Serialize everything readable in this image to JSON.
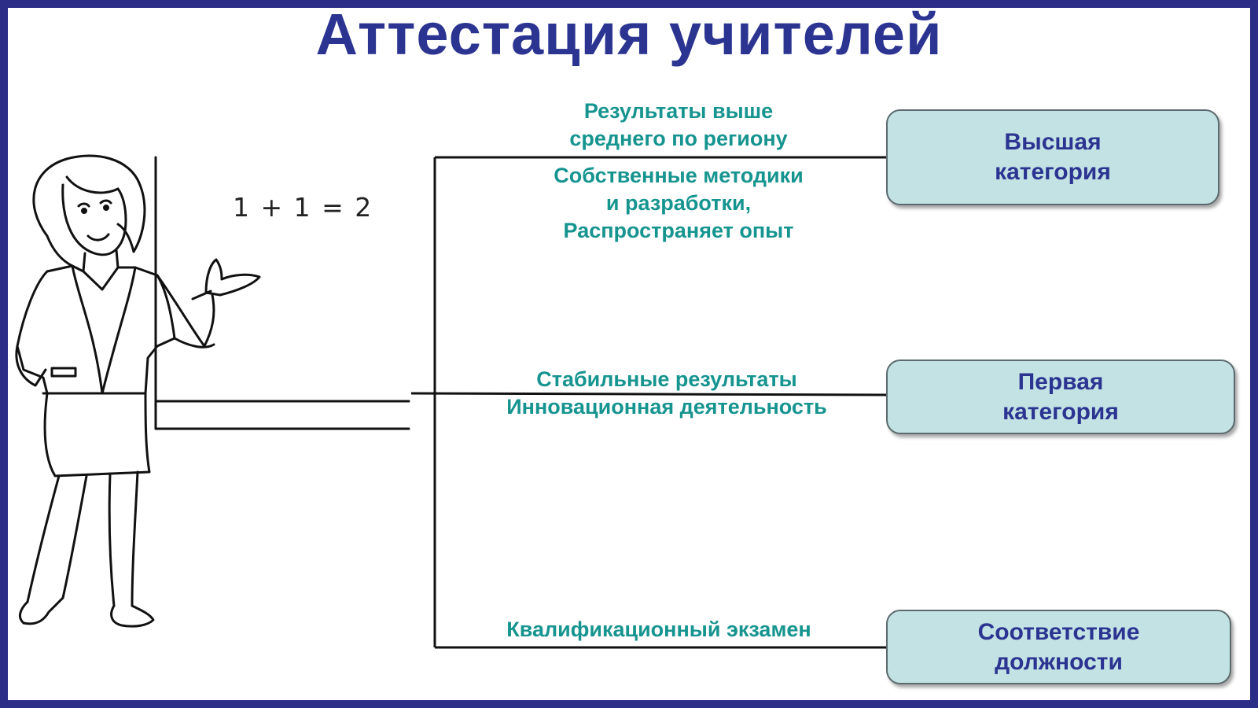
{
  "title": "Аттестация учителей",
  "illustration": {
    "formula": "1 + 1 = 2",
    "icon": "teacher-figure"
  },
  "criteria": {
    "highest": {
      "line1": "Результаты выше",
      "line2": "среднего по региону"
    },
    "highest_extra": {
      "line1": "Собственные методики",
      "line2": "и разработки,",
      "line3": "Распространяет опыт"
    },
    "first": {
      "line1": "Стабильные результаты",
      "line2": "Инновационная деятельность"
    },
    "compliance": {
      "line1": "Квалификационный экзамен"
    }
  },
  "categories": {
    "highest": {
      "line1": "Высшая",
      "line2": "категория"
    },
    "first": {
      "line1": "Первая",
      "line2": "категория"
    },
    "compliance": {
      "line1": "Соответствие",
      "line2": "должности"
    }
  },
  "colors": {
    "frame": "#2b2d86",
    "title": "#2b3591",
    "criteria_text": "#16948f",
    "box_fill": "#c3e2e4"
  }
}
